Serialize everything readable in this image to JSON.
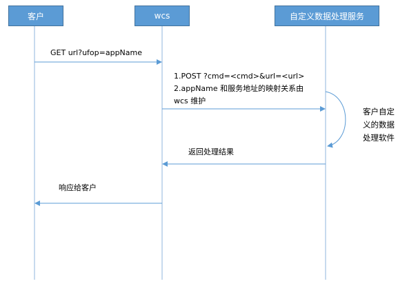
{
  "actors": {
    "client": "客户",
    "wcs": "wcs",
    "service": "自定义数据处理服务"
  },
  "messages": {
    "get_request": "GET url?ufop=appName",
    "post_request": "1.POST ?cmd=<cmd>&url=<url>",
    "mapping_line1": "2.appName  和服务地址的映射关系由",
    "mapping_line2": "wcs 维护",
    "return_result": "返回处理结果",
    "respond_client": "响应给客户"
  },
  "self_process": {
    "line1": "客户自定",
    "line2": "义的数据",
    "line3": "处理软件"
  },
  "colors": {
    "actor_fill": "#5b9bd5",
    "actor_border": "#41719c",
    "lifeline": "#8fb4dc",
    "arrow": "#5b9bd5"
  }
}
